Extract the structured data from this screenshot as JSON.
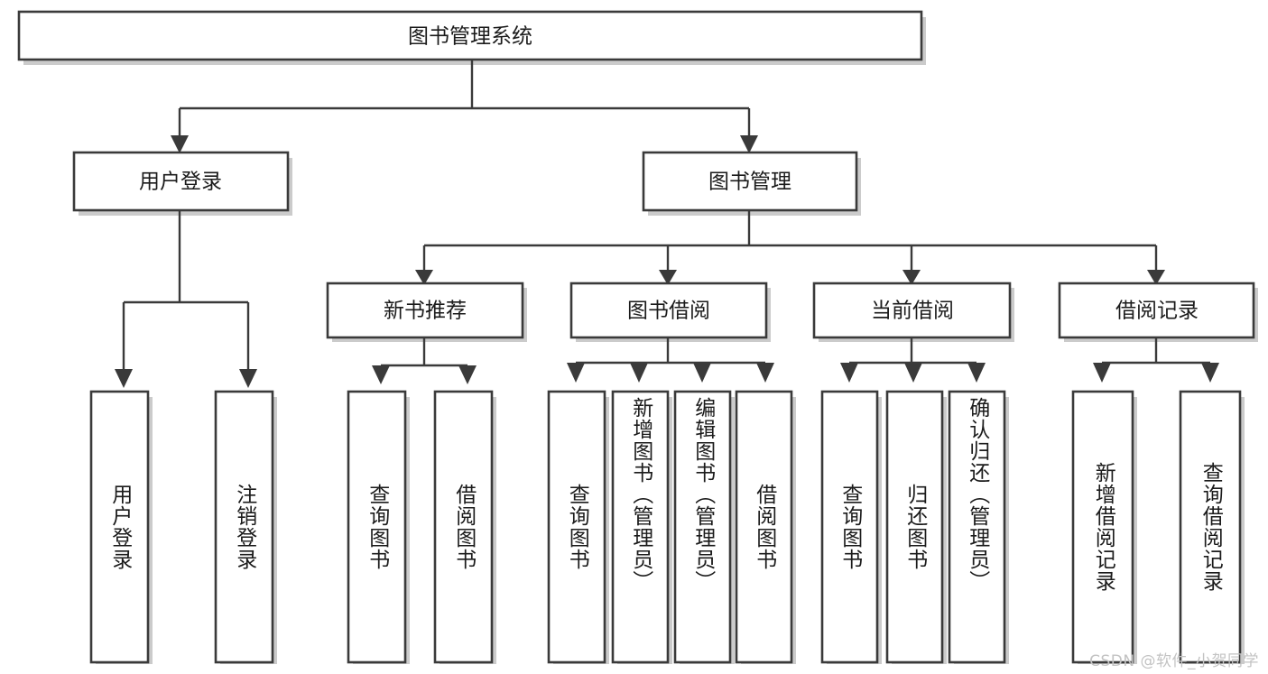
{
  "diagram": {
    "type": "tree-hierarchy",
    "title": "图书管理系统",
    "watermark": "CSDN @软件_小贺同学",
    "colors": {
      "background": "#ffffff",
      "stroke": "#3a3a3a",
      "shadow": "#b9b9b9",
      "text": "#1b1b1b",
      "watermark": "#c3c3c3"
    },
    "nodes": {
      "root": {
        "label": "图书管理系统",
        "level": 1,
        "orientation": "horizontal"
      },
      "user_login": {
        "label": "用户登录",
        "level": 2,
        "orientation": "horizontal"
      },
      "book_manage": {
        "label": "图书管理",
        "level": 2,
        "orientation": "horizontal"
      },
      "new_book_rec": {
        "label": "新书推荐",
        "level": 3,
        "orientation": "horizontal"
      },
      "book_borrow": {
        "label": "图书借阅",
        "level": 3,
        "orientation": "horizontal"
      },
      "current_borrow": {
        "label": "当前借阅",
        "level": 3,
        "orientation": "horizontal"
      },
      "borrow_record": {
        "label": "借阅记录",
        "level": 3,
        "orientation": "horizontal"
      },
      "leaf_user_login": {
        "label": "用户登录",
        "level": 4,
        "orientation": "vertical"
      },
      "leaf_logout": {
        "label": "注销登录",
        "level": 4,
        "orientation": "vertical"
      },
      "leaf_rec_query": {
        "label": "查询图书",
        "level": 4,
        "orientation": "vertical"
      },
      "leaf_rec_borrow": {
        "label": "借阅图书",
        "level": 4,
        "orientation": "vertical"
      },
      "leaf_borrow_query": {
        "label": "查询图书",
        "level": 4,
        "orientation": "vertical"
      },
      "leaf_add_book": {
        "label": "新增图书（管理员）",
        "level": 4,
        "orientation": "vertical"
      },
      "leaf_edit_book": {
        "label": "编辑图书（管理员）",
        "level": 4,
        "orientation": "vertical"
      },
      "leaf_borrow_book": {
        "label": "借阅图书",
        "level": 4,
        "orientation": "vertical"
      },
      "leaf_cur_query": {
        "label": "查询图书",
        "level": 4,
        "orientation": "vertical"
      },
      "leaf_return_book": {
        "label": "归还图书",
        "level": 4,
        "orientation": "vertical"
      },
      "leaf_confirm_return": {
        "label": "确认归还（管理员）",
        "level": 4,
        "orientation": "vertical"
      },
      "leaf_add_record": {
        "label": "新增借阅记录",
        "level": 4,
        "orientation": "vertical"
      },
      "leaf_query_record": {
        "label": "查询借阅记录",
        "level": 4,
        "orientation": "vertical"
      }
    },
    "edges": [
      {
        "from": "root",
        "to": "user_login"
      },
      {
        "from": "root",
        "to": "book_manage"
      },
      {
        "from": "user_login",
        "to": "leaf_user_login"
      },
      {
        "from": "user_login",
        "to": "leaf_logout"
      },
      {
        "from": "book_manage",
        "to": "new_book_rec"
      },
      {
        "from": "book_manage",
        "to": "book_borrow"
      },
      {
        "from": "book_manage",
        "to": "current_borrow"
      },
      {
        "from": "book_manage",
        "to": "borrow_record"
      },
      {
        "from": "new_book_rec",
        "to": "leaf_rec_query"
      },
      {
        "from": "new_book_rec",
        "to": "leaf_rec_borrow"
      },
      {
        "from": "book_borrow",
        "to": "leaf_borrow_query"
      },
      {
        "from": "book_borrow",
        "to": "leaf_add_book"
      },
      {
        "from": "book_borrow",
        "to": "leaf_edit_book"
      },
      {
        "from": "book_borrow",
        "to": "leaf_borrow_book"
      },
      {
        "from": "current_borrow",
        "to": "leaf_cur_query"
      },
      {
        "from": "current_borrow",
        "to": "leaf_return_book"
      },
      {
        "from": "current_borrow",
        "to": "leaf_confirm_return"
      },
      {
        "from": "borrow_record",
        "to": "leaf_add_record"
      },
      {
        "from": "borrow_record",
        "to": "leaf_query_record"
      }
    ]
  }
}
